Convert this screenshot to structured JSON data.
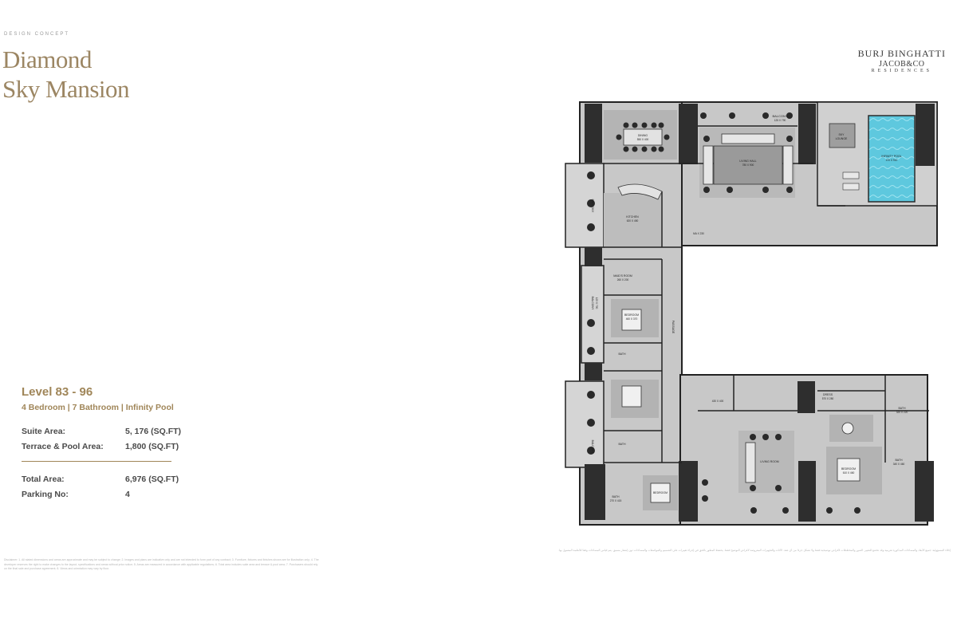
{
  "header": {
    "eyebrow": "DESIGN CONCEPT",
    "title_line1": "Diamond",
    "title_line2": "Sky Mansion"
  },
  "logo": {
    "line1": "BURJ BINGHATTI",
    "line2": "JACOB&CO",
    "line3": "RESIDENCES"
  },
  "unit": {
    "level": "Level 83 - 96",
    "summary": "4 Bedroom | 7 Bathroom | Infinity Pool",
    "suite_area_label": "Suite Area:",
    "suite_area_value": "5, 176 (SQ.FT)",
    "terrace_label": "Terrace & Pool Area:",
    "terrace_value": "1,800 (SQ.FT)",
    "total_label": "Total Area:",
    "total_value": "6,976 (SQ.FT)",
    "parking_label": "Parking No:",
    "parking_value": "4"
  },
  "floorplan": {
    "rooms": {
      "balcony_top": "BALCONY",
      "balcony_top_dim": "125 X 790",
      "sky_lounge": "SKY",
      "sky_lounge_2": "LOUNGE",
      "infinity_pool": "INFINITY POOL",
      "infinity_pool_dim": "470 X 910",
      "dining": "DINING",
      "dining_dim": "550 X 400",
      "living_hall": "LIVING HALL",
      "living_hall_dim": "780 X 900",
      "kitchen": "KITCHEN",
      "kitchen_dim": "620 X 450",
      "maid_dim": "MA X 230",
      "maids_room": "MAID'S ROOM",
      "maids_room_dim": "260 X 200",
      "bedroom": "BEDROOM",
      "bedroom_dim": "460 X 370",
      "bath": "BATH",
      "passage": "PASSAGE",
      "balcony_side": "BALCONY",
      "balcony_side_dim": "125 X 790",
      "store_dim": "430 X 400",
      "living_room": "LIVING ROOM",
      "dress": "DRESS",
      "dress_dim": "570 X 280",
      "bath_dim": "320 X 220",
      "bath2_dim": "340 X 460",
      "master_bedroom": "BEDROOM",
      "master_bedroom_dim": "610 X 460",
      "bath3_dim": "270 X 415",
      "balcony": "BALCONY"
    }
  },
  "disclaimer": {
    "english": "Disclaimer: 1. All stated dimensions and areas are approximate and may be subject to change; 2. Images and plans are indicative only and are not intended to form part of any contract; 3. Furniture, fixtures and finishes shown are for illustration only; 4. The developer reserves the right to make changes to the layout, specifications and areas without prior notice; 5. Areas are measured in accordance with applicable regulations; 6. Total area includes suite area and terrace & pool area; 7. Purchasers should rely on the final sale and purchase agreement; 8. Views and orientation may vary by floor.",
    "arabic": "إخلاء المسؤولية: جميع الأبعاد والمساحات المذكورة تقريبية وقد تخضع للتغيير. الصور والمخططات لأغراض توضيحية فقط ولا تشكل جزءاً من أي عقد. الأثاث والتجهيزات المعروضة لأغراض التوضيح فقط. يحتفظ المطور بالحق في إجراء تغييرات على التصميم والمواصفات والمساحات دون إشعار مسبق. يتم قياس المساحات وفقاً للأنظمة المعمول بها."
  }
}
